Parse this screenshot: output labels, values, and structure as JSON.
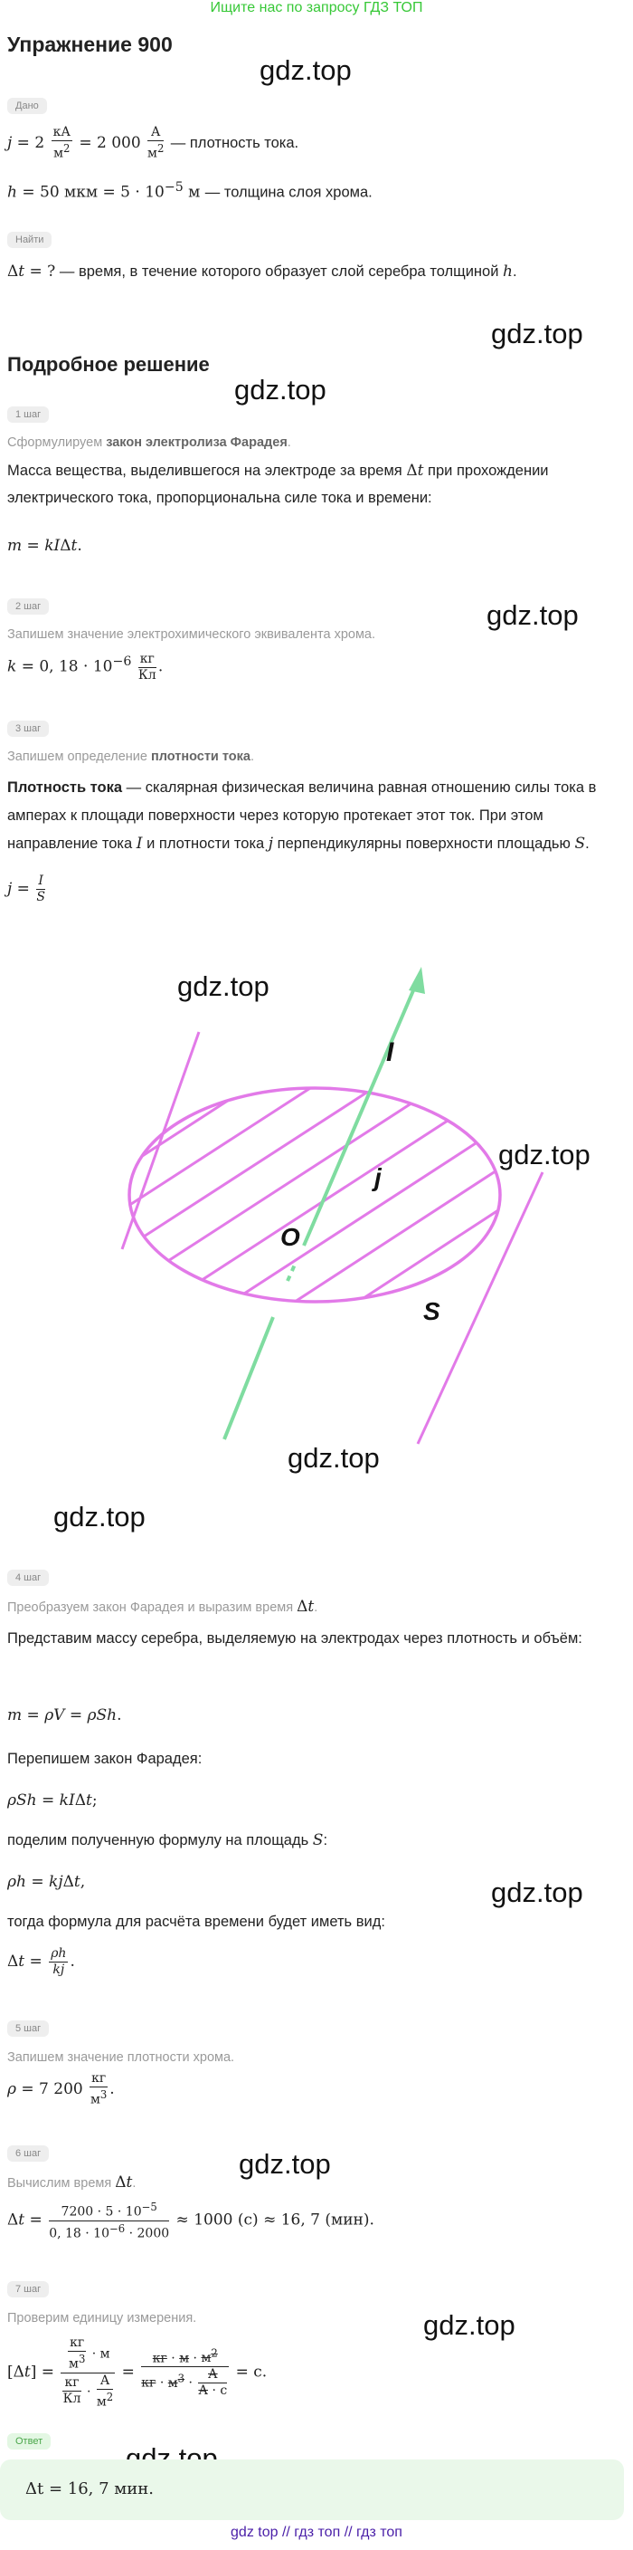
{
  "banner": "Ищите нас по запросу ГДЗ ТОП",
  "title": "Упражнение 900",
  "watermark": "gdz.top",
  "given": {
    "badge": "Дано",
    "line1_tail": "— плотность тока.",
    "line2_tail": "— толщина слоя хрома."
  },
  "find": {
    "badge": "Найти",
    "text": "— время, в течение которого образует слой серебра толщиной"
  },
  "solution_heading": "Подробное решение",
  "steps": {
    "s1": {
      "badge": "1 шаг",
      "intro": "Сформулируем",
      "intro_bold": "закон электролиза Фарадея",
      "text": "Масса вещества, выделившегося на электроде за время",
      "text2": "при прохождении электрического тока, пропорциональна силе тока и времени:"
    },
    "s2": {
      "badge": "2 шаг",
      "intro": "Запишем значение электрохимического эквивалента хрома."
    },
    "s3": {
      "badge": "3 шаг",
      "intro": "Запишем определение",
      "intro_bold": "плотности тока",
      "def_bold": "Плотность тока",
      "def": "— скалярная физическая величина равная отношению силы тока в амперах к площади поверхности через которую протекает этот ток. При этом направление тока",
      "def2": "и плотности тока",
      "def3": "перпендикулярны поверхности площадью"
    },
    "s4": {
      "badge": "4 шаг",
      "intro": "Преобразуем закон Фарадея и выразим время",
      "p1": "Представим массу серебра, выделяемую на электродах через плотность и объём:",
      "p2": "Перепишем закон Фарадея:",
      "p3": "поделим полученную формулу на площадь",
      "p4": "тогда формула для расчёта времени будет иметь вид:"
    },
    "s5": {
      "badge": "5 шаг",
      "intro": "Запишем значение плотности хрома."
    },
    "s6": {
      "badge": "6 шаг",
      "intro": "Вычислим время"
    },
    "s7": {
      "badge": "7 шаг",
      "intro": "Проверим единицу измерения."
    }
  },
  "diagram": {
    "label_I": "I",
    "label_j": "j",
    "label_O": "O",
    "label_S": "S"
  },
  "answer": {
    "badge": "Ответ",
    "value": "Δt = 16, 7 мин."
  },
  "footer": "gdz top  //  гдз топ  //  гдз топ",
  "colors": {
    "banner": "#37c837",
    "figure": "#e27ae8",
    "arrow": "#7fdca0",
    "footer": "#4a1fa8"
  }
}
